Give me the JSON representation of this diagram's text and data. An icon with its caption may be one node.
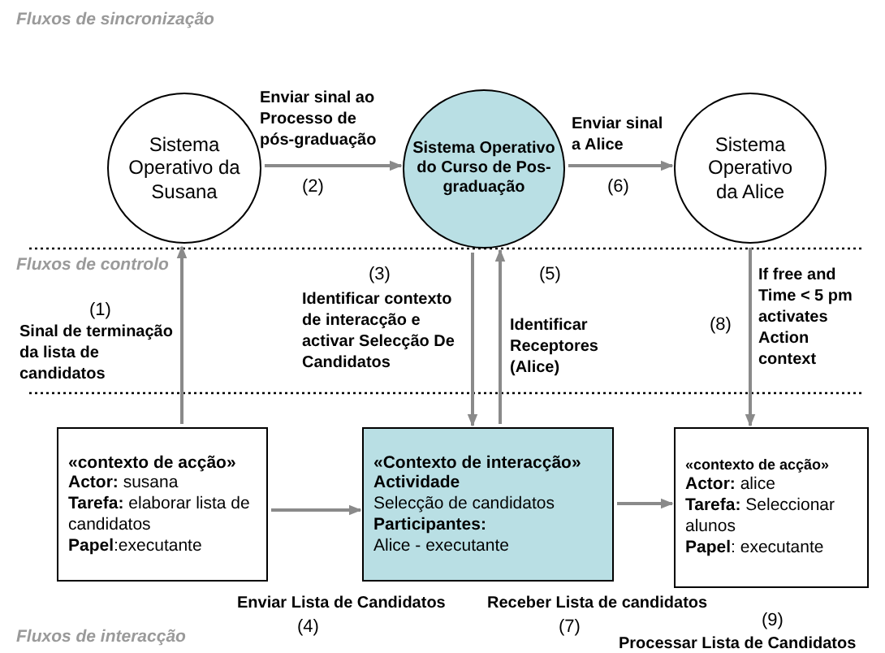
{
  "diagram": {
    "nodes": [
      {
        "text": [
          "Sistema Operativo da Susana"
        ]
      },
      {
        "text": [
          "Sistema Operativo do Curso de Pos-graduação"
        ]
      },
      {
        "text": [
          "Sistema Operativo da Alice"
        ]
      },
      {
        "text": [
          "«contexto de acção»",
          "**Actor:** susana",
          "**Tarefa:** elaborar lista de candidatos",
          "**Papel**:executante"
        ]
      },
      {
        "text": [
          "«Contexto de interacção»",
          "Actividade",
          "Selecção de candidatos",
          "Participantes:",
          "Alice - executante"
        ]
      },
      {
        "text": [
          "«contexto de acção»",
          "**Actor:** alice",
          "**Tarefa:** Seleccionar alunos",
          "**Papel**: executante"
        ]
      }
    ],
    "edges": [
      {
        "from": 3,
        "to": 0,
        "arrow": "to",
        "label": "Sinal de terminação da lista de candidatos"
      },
      {
        "from": 0,
        "to": 1,
        "arrow": "to",
        "label": "Enviar sinal ao Processo de pós-graduação"
      },
      {
        "from": 1,
        "to": 2,
        "arrow": "to",
        "label": "Enviar sinal a Alice"
      },
      {
        "from": 1,
        "to": 4,
        "arrow": "to",
        "label": "Identificar contexto de interacção e activar Selecção De Candidatos"
      },
      {
        "from": 4,
        "to": 1,
        "arrow": "to",
        "label": "Identificar Receptores (Alice)"
      },
      {
        "from": 2,
        "to": 5,
        "arrow": "to",
        "label": "If free and Time < 5 pm activates Action context"
      },
      {
        "from": 3,
        "to": 4,
        "arrow": "to"
      },
      {
        "from": 4,
        "to": 5,
        "arrow": "to"
      }
    ],
    "labels": [
      "Fluxos de sincronização",
      "(2)",
      "(6)",
      "Fluxos de controlo",
      "(3)",
      "(5)",
      "(1)",
      "(8)",
      "Enviar Lista de Candidatos",
      "Receber Lista de candidatos",
      "(4)",
      "(7)",
      "(9)",
      "Fluxos de interacção",
      "Processar Lista de Candidatos"
    ]
  }
}
